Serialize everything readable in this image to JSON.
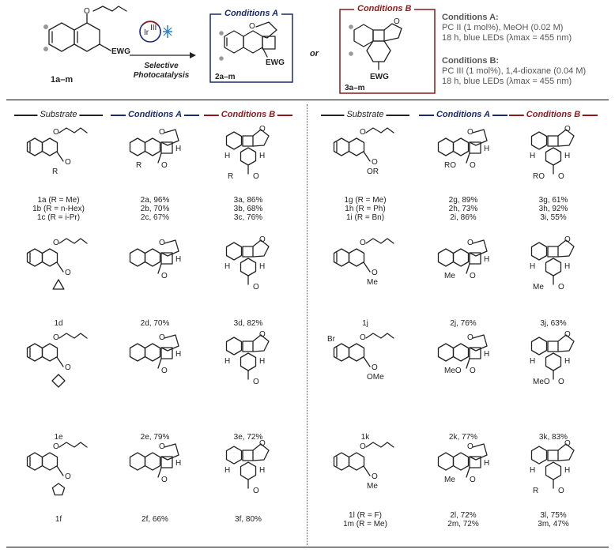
{
  "header": {
    "reactant_label": "1a–m",
    "arrow_label_1": "Selective",
    "arrow_label_2": "Photocatalysis",
    "catalyst_label": "Ir",
    "catalyst_sup": "III",
    "box_a_title": "Conditions A",
    "box_a_label": "2a–m",
    "box_b_title": "Conditions B",
    "box_b_label": "3a–m",
    "or": "or",
    "ewg": "EWG",
    "conditions_a_title": "Conditions A:",
    "conditions_a_line1": "PC II (1 mol%), MeOH (0.02 M)",
    "conditions_a_line2": "18 h, blue LEDs (λmax = 455 nm)",
    "conditions_b_title": "Conditions B:",
    "conditions_b_line1": "PC III (1 mol%), 1,4-dioxane (0.04 M)",
    "conditions_b_line2": "18 h, blue LEDs (λmax = 455 nm)"
  },
  "columns": {
    "left": [
      "Substrate",
      "Conditions A",
      "Conditions B"
    ],
    "right": [
      "Substrate",
      "Conditions A",
      "Conditions B"
    ]
  },
  "colors": {
    "cond_a": "#1a2a6c",
    "cond_b": "#8b1a1a",
    "text": "#222222",
    "header_gray": "#555555"
  },
  "rows": [
    {
      "left": {
        "substrate": [
          "1a (R = Me)",
          "1b (R = n-Hex)",
          "1c (R = i-Pr)"
        ],
        "cond_a": [
          "2a, 96%",
          "2b, 70%",
          "2c, 67%"
        ],
        "cond_b": [
          "3a, 86%",
          "3b, 68%",
          "3c, 76%"
        ],
        "sub_group": "R",
        "a_group": "R",
        "b_group": "R"
      },
      "right": {
        "substrate": [
          "1g (R = Me)",
          "1h (R = Ph)",
          "1i (R = Bn)"
        ],
        "cond_a": [
          "2g, 89%",
          "2h, 73%",
          "2i, 86%"
        ],
        "cond_b": [
          "3g, 61%",
          "3h, 92%",
          "3i, 55%"
        ],
        "sub_group": "OR",
        "a_group": "RO",
        "b_group": "RO"
      }
    },
    {
      "left": {
        "substrate": [
          "1d"
        ],
        "cond_a": [
          "2d, 70%"
        ],
        "cond_b": [
          "3d, 82%"
        ]
      },
      "right": {
        "substrate": [
          "1j"
        ],
        "cond_a": [
          "2j, 76%"
        ],
        "cond_b": [
          "3j, 63%"
        ],
        "sub_group": "Me",
        "a_group": "Me",
        "b_group": "Me"
      }
    },
    {
      "left": {
        "substrate": [
          "1e"
        ],
        "cond_a": [
          "2e, 79%"
        ],
        "cond_b": [
          "3e, 72%"
        ]
      },
      "right": {
        "substrate": [
          "1k"
        ],
        "cond_a": [
          "2k, 77%"
        ],
        "cond_b": [
          "3k, 83%"
        ],
        "sub_group": "OMe",
        "a_group": "MeO",
        "b_group": "MeO",
        "sub_ar": "Br"
      }
    },
    {
      "left": {
        "substrate": [
          "1f"
        ],
        "cond_a": [
          "2f, 66%"
        ],
        "cond_b": [
          "3f, 80%"
        ]
      },
      "right": {
        "substrate": [
          "1l (R = F)",
          "1m (R = Me)"
        ],
        "cond_a": [
          "2l, 72%",
          "2m, 72%"
        ],
        "cond_b": [
          "3l, 75%",
          "3m, 47%"
        ],
        "sub_group": "Me",
        "a_group": "Me",
        "b_group": "R"
      }
    }
  ]
}
